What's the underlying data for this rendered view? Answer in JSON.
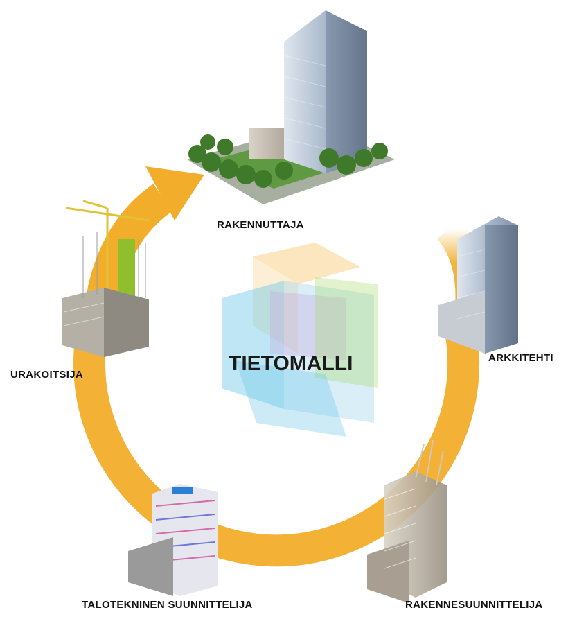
{
  "diagram": {
    "center": {
      "label": "TIETOMALLI"
    },
    "stages": [
      {
        "id": "owner",
        "label": "RAKENNUTTAJA"
      },
      {
        "id": "architect",
        "label": "ARKKITEHTI"
      },
      {
        "id": "structural",
        "label": "RAKENNESUUNNITTELIJA"
      },
      {
        "id": "mep",
        "label": "TALOTEKNINEN SUUNNITTELIJA"
      },
      {
        "id": "contractor",
        "label": "URAKOITSIJA"
      }
    ],
    "colors": {
      "cycle_arrow": "#f2ad2a",
      "building_glass": "#8fa4bb",
      "building_frame": "#b5aa99",
      "trees": "#3f7a2a",
      "model_cube": [
        "#6ec7e8",
        "#f7d28a",
        "#a9d96e",
        "#c9a7e0"
      ]
    }
  }
}
